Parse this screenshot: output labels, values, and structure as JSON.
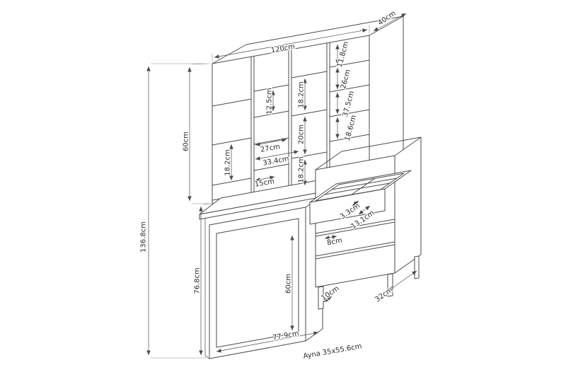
{
  "diagram": {
    "title": "furniture dimension drawing",
    "colors": {
      "line": "#4a4a4a",
      "label": "#2b2b2b",
      "background": "#ffffff"
    },
    "labels": {
      "overall_width": "120cm",
      "overall_depth": "40cm",
      "overall_height": "136.8cm",
      "hutch_height": "60cm",
      "lower_section_height": "76.8cm",
      "top_right_shelf": "11.8cm",
      "right_shelf_a": "26cm",
      "right_shelf_b": "37.5cm",
      "right_shelf_c": "18.6cm",
      "mid_shelf_height": "12.5cm",
      "col3_upper": "18.2cm",
      "shelf_width_a": "27cm",
      "shelf_width_b": "33.4cm",
      "col3_mid": "20cm",
      "col3_lower": "18.2cm",
      "left_shelf": "18.2cm",
      "shelf_width_c": "15cm",
      "door_height": "60cm",
      "drawer_slot_a": "3.3cm",
      "drawer_slot_b": "13.1cm",
      "drawer_slot_width": "8cm",
      "leg_height": "10cm",
      "drawer_unit_depth": "32cm",
      "desk_width": "77.9cm",
      "mirror_note": "Ayna 35x55.6cm"
    }
  }
}
